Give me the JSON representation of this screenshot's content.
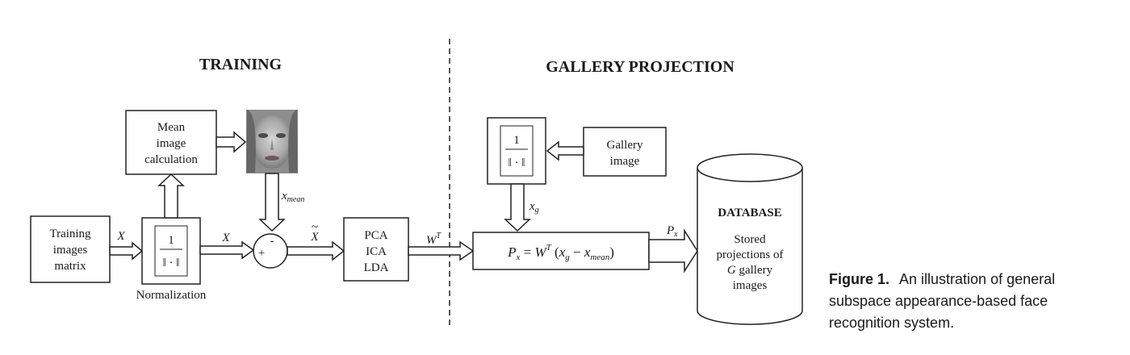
{
  "headings": {
    "training": "TRAINING",
    "gallery_projection": "GALLERY PROJECTION"
  },
  "boxes": {
    "training_images": [
      "Training",
      "images",
      "matrix"
    ],
    "mean_image": [
      "Mean",
      "image",
      "calculation"
    ],
    "normalization_label": "Normalization",
    "norm_fraction_numerator": "1",
    "norm_fraction_denominator": "‖ · ‖",
    "methods": [
      "PCA",
      "ICA",
      "LDA"
    ],
    "gallery_image": [
      "Gallery",
      "image"
    ],
    "database_title": "DATABASE",
    "database_lines": [
      "Stored",
      "projections of",
      "gallery",
      "images"
    ],
    "database_G": "G"
  },
  "symbols": {
    "x_input": "X",
    "x_norm": "X",
    "x_mean_base": "x",
    "x_mean_sub": "mean",
    "minus": "-",
    "plus": "+",
    "x_tilde": "X",
    "tilde": "~",
    "w_base": "W",
    "w_sup": "T",
    "x_g_base": "x",
    "x_g_sub": "g",
    "p_x_base": "P",
    "p_x_sub": "x"
  },
  "formula": {
    "p": "P",
    "p_sub": "x",
    "equals": " = ",
    "w": "W",
    "w_sup": "T",
    "open": " (",
    "xg": "x",
    "xg_sub": "g",
    "minus": " − ",
    "xm": "x",
    "xm_sub": "mean",
    "close": ")"
  },
  "caption": {
    "label": "Figure 1.",
    "text": "An illustration of general subspace appearance-based face recognition system."
  }
}
